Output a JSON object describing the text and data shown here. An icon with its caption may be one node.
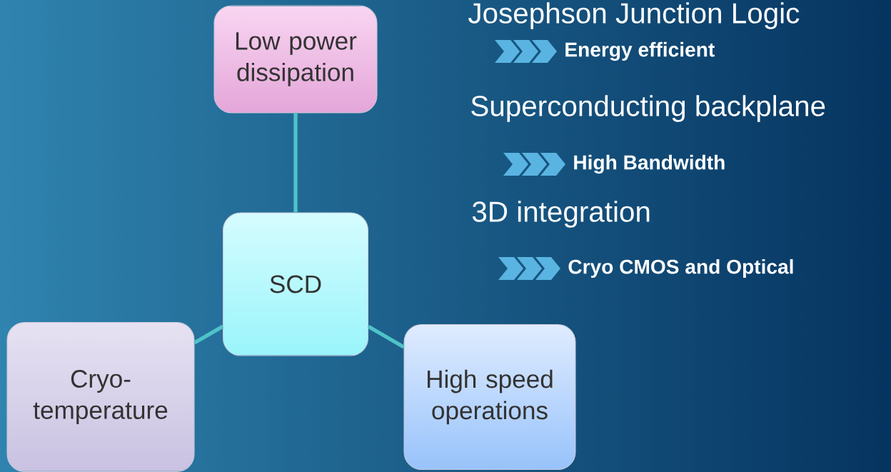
{
  "diagram": {
    "nodes": [
      {
        "text": [
          "Low power dissipation"
        ]
      },
      {
        "text": [
          "SCD"
        ]
      },
      {
        "text": [
          "Cryo-temperature"
        ]
      },
      {
        "text": [
          "High speed operations"
        ]
      }
    ],
    "edges": [
      {
        "from": 1,
        "to": 0,
        "arrow": "none"
      },
      {
        "from": 1,
        "to": 2,
        "arrow": "none"
      },
      {
        "from": 1,
        "to": 3,
        "arrow": "none"
      }
    ],
    "labels": [
      "Josephson Junction Logic",
      "Energy efficient",
      "Superconducting backplane",
      "High Bandwidth",
      "3D integration",
      "Cryo CMOS and Optical"
    ]
  }
}
